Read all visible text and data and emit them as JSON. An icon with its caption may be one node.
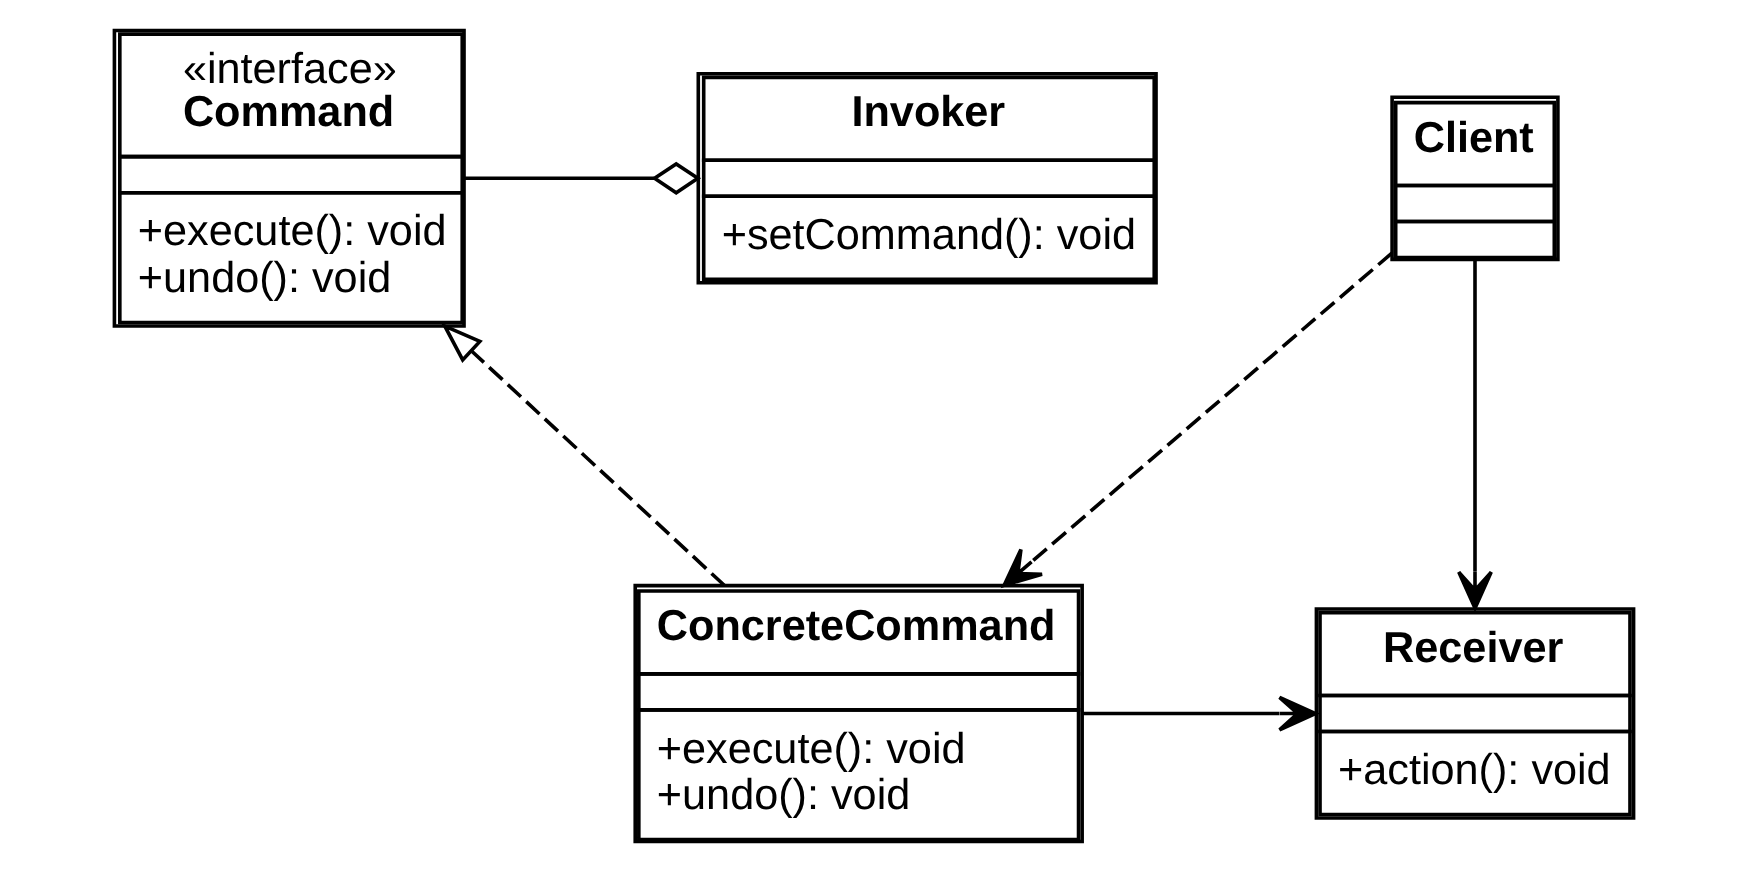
{
  "diagram": {
    "nodes": [
      {
        "text": [
          "Client"
        ]
      },
      {
        "text": [
          "Invoker",
          "+setCommand(): void"
        ]
      },
      {
        "text": [
          "«interface»",
          "Command",
          "+execute(): void",
          "+undo(): void"
        ]
      },
      {
        "text": [
          "Receiver",
          "+action(): void"
        ]
      },
      {
        "text": [
          "ConcreteCommand",
          "+execute(): void",
          "+undo(): void"
        ]
      }
    ],
    "edges": [
      {
        "from": 1,
        "to": 2,
        "arrow": "other"
      },
      {
        "from": 4,
        "to": 2,
        "arrow": "to",
        "style": "dashed"
      },
      {
        "from": 0,
        "to": 3,
        "arrow": "to"
      },
      {
        "from": 4,
        "to": 3,
        "arrow": "to"
      },
      {
        "from": 0,
        "to": 4,
        "arrow": "to",
        "style": "dashed"
      }
    ]
  }
}
